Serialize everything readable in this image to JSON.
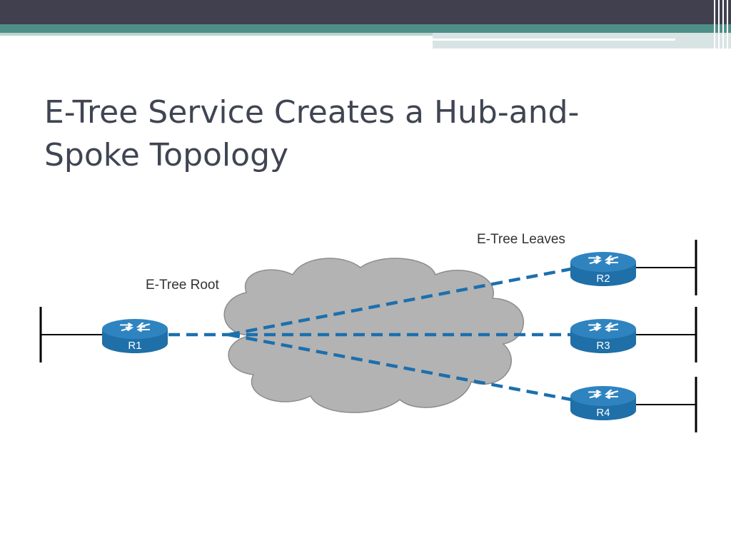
{
  "slide": {
    "title": "E-Tree Service Creates a Hub-and-Spoke Topology"
  },
  "diagram": {
    "root_label": "E-Tree Root",
    "leaves_label": "E-Tree Leaves",
    "routers": {
      "r1": "R1",
      "r2": "R2",
      "r3": "R3",
      "r4": "R4"
    }
  },
  "colors": {
    "router_blue": "#1f6fa8",
    "link_blue": "#1c6fad",
    "cloud_gray": "#b3b3b3",
    "header_dark": "#40404f",
    "header_teal": "#4f8e88"
  }
}
